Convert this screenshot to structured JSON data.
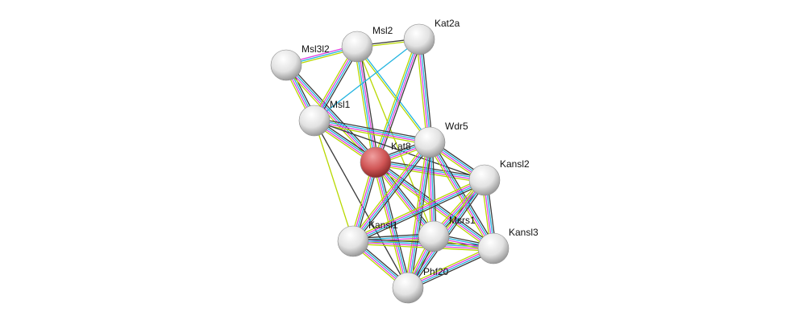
{
  "nodes": [
    {
      "id": "Msl3l2",
      "label": "Msl3l2",
      "color": "#dcdcdc"
    },
    {
      "id": "Msl2",
      "label": "Msl2",
      "color": "#dcdcdc"
    },
    {
      "id": "Kat2a",
      "label": "Kat2a",
      "color": "#dcdcdc"
    },
    {
      "id": "Msl1",
      "label": "Msl1",
      "color": "#dcdcdc"
    },
    {
      "id": "Wdr5",
      "label": "Wdr5",
      "color": "#dcdcdc"
    },
    {
      "id": "Kat8",
      "label": "Kat8",
      "color": "#d05050"
    },
    {
      "id": "Kansl2",
      "label": "Kansl2",
      "color": "#dcdcdc"
    },
    {
      "id": "Kansl1",
      "label": "Kansl1",
      "color": "#dcdcdc"
    },
    {
      "id": "Mcrs1",
      "label": "Mcrs1",
      "color": "#dcdcdc"
    },
    {
      "id": "Kansl3",
      "label": "Kansl3",
      "color": "#dcdcdc"
    },
    {
      "id": "Phf20",
      "label": "Phf20",
      "color": "#dcdcdc"
    }
  ],
  "edge_colors": {
    "k": "#3a3a3a",
    "c": "#22b4e0",
    "m": "#e040e0",
    "y": "#b8d800"
  },
  "edges": [
    [
      "Msl3l2",
      "Msl2",
      "mcy"
    ],
    [
      "Msl3l2",
      "Msl1",
      "kcmy"
    ],
    [
      "Msl3l2",
      "Kat8",
      "kcmy"
    ],
    [
      "Msl2",
      "Kat2a",
      "ky"
    ],
    [
      "Msl2",
      "Msl1",
      "kcmy"
    ],
    [
      "Msl2",
      "Kat8",
      "kmcy"
    ],
    [
      "Msl2",
      "Wdr5",
      "cy"
    ],
    [
      "Msl2",
      "Mcrs1",
      "y"
    ],
    [
      "Kat2a",
      "Msl1",
      "c"
    ],
    [
      "Kat2a",
      "Kat8",
      "kmcy"
    ],
    [
      "Kat2a",
      "Wdr5",
      "kcmy"
    ],
    [
      "Msl1",
      "Kat8",
      "kcmy"
    ],
    [
      "Msl1",
      "Wdr5",
      "kcmy"
    ],
    [
      "Msl1",
      "Kansl2",
      "k"
    ],
    [
      "Msl1",
      "Kansl1",
      "y"
    ],
    [
      "Msl1",
      "Phf20",
      "k"
    ],
    [
      "Kat8",
      "Wdr5",
      "kcmy"
    ],
    [
      "Kat8",
      "Kansl2",
      "kcmy"
    ],
    [
      "Kat8",
      "Kansl1",
      "kcmy"
    ],
    [
      "Kat8",
      "Mcrs1",
      "kcmy"
    ],
    [
      "Kat8",
      "Kansl3",
      "kcmy"
    ],
    [
      "Kat8",
      "Phf20",
      "kcmy"
    ],
    [
      "Wdr5",
      "Kansl2",
      "kcmy"
    ],
    [
      "Wdr5",
      "Kansl1",
      "kcmy"
    ],
    [
      "Wdr5",
      "Mcrs1",
      "kcmy"
    ],
    [
      "Wdr5",
      "Kansl3",
      "kcmy"
    ],
    [
      "Wdr5",
      "Phf20",
      "kcmy"
    ],
    [
      "Kansl2",
      "Kansl1",
      "kcmy"
    ],
    [
      "Kansl2",
      "Mcrs1",
      "kcmy"
    ],
    [
      "Kansl2",
      "Kansl3",
      "kcmy"
    ],
    [
      "Kansl2",
      "Phf20",
      "kcmy"
    ],
    [
      "Kansl1",
      "Mcrs1",
      "kcmy"
    ],
    [
      "Kansl1",
      "Kansl3",
      "kcmy"
    ],
    [
      "Kansl1",
      "Phf20",
      "kcmy"
    ],
    [
      "Mcrs1",
      "Kansl3",
      "kcmy"
    ],
    [
      "Mcrs1",
      "Phf20",
      "kcmy"
    ],
    [
      "Kansl3",
      "Phf20",
      "kcmy"
    ]
  ]
}
